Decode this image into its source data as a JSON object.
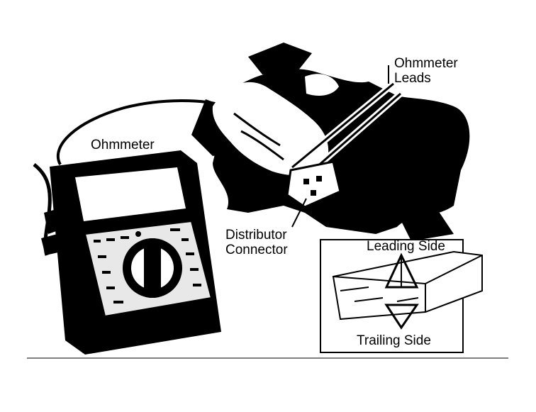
{
  "labels": {
    "ohmmeter": "Ohmmeter",
    "leads_line1": "Ohmmeter",
    "leads_line2": "Leads",
    "connector_line1": "Distributor",
    "connector_line2": "Connector",
    "leading_side": "Leading Side",
    "trailing_side": "Trailing Side"
  },
  "colors": {
    "ink": "#000000",
    "paper": "#ffffff"
  }
}
